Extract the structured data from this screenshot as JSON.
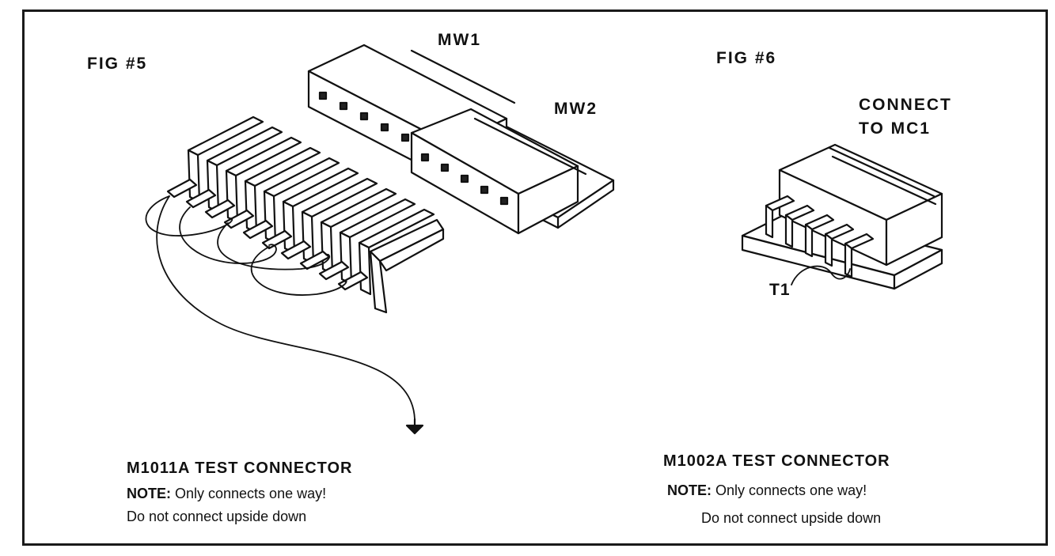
{
  "fig5": {
    "label": "FIG #5",
    "mw1": "MW1",
    "mw2": "MW2",
    "title": "M1011A TEST CONNECTOR",
    "note_label": "NOTE:",
    "note_text": " Only connects one way!",
    "note_line2": "Do not connect upside down"
  },
  "fig6": {
    "label": "FIG #6",
    "connect_line1": "CONNECT",
    "connect_line2": "TO MC1",
    "t1": "T1",
    "title": "M1002A TEST CONNECTOR",
    "note_label": "NOTE:",
    "note_text": " Only connects one way!",
    "note_line2": "Do not connect upside down"
  }
}
